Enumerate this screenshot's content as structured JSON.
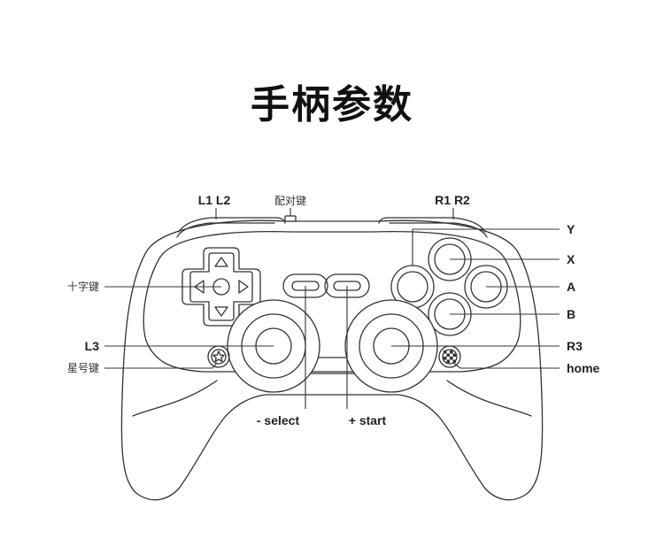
{
  "title": "手柄参数",
  "labels": {
    "l1_l2": "L1 L2",
    "pair_key": "配对键",
    "r1_r2": "R1 R2",
    "y": "Y",
    "x": "X",
    "a": "A",
    "b": "B",
    "dpad": "十字键",
    "l3": "L3",
    "star_key": "星号键",
    "r3": "R3",
    "home": "home",
    "select": "- select",
    "start": "+ start"
  },
  "colors": {
    "line": "#333333",
    "text": "#222222",
    "background": "#ffffff"
  }
}
